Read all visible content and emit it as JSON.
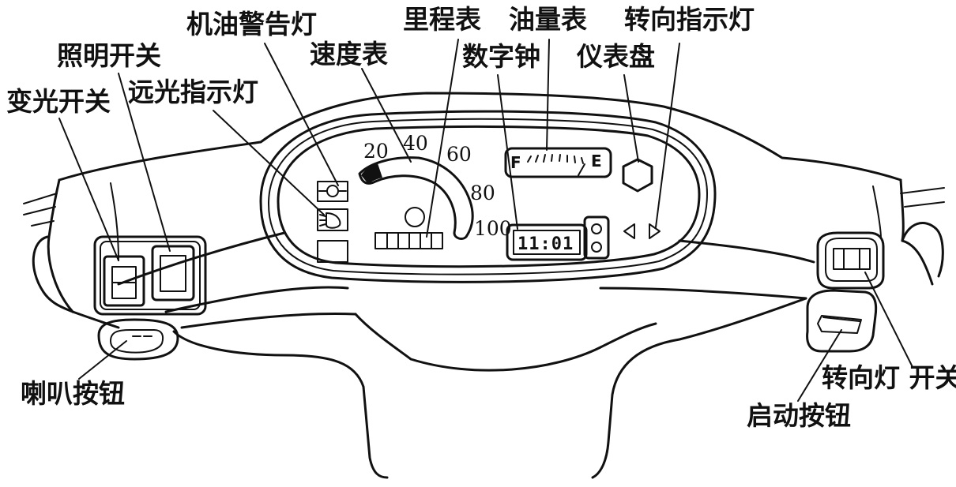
{
  "labels": {
    "oil_warning_light": "机油警告灯",
    "odometer": "里程表",
    "fuel_gauge": "油量表",
    "turn_indicator": "转向指示灯",
    "lighting_switch": "照明开关",
    "speedometer": "速度表",
    "digital_clock": "数字钟",
    "instrument_panel": "仪表盘",
    "high_beam_indicator": "远光指示灯",
    "dimmer_switch": "变光开关",
    "horn_button": "喇叭按钮",
    "turn_signal_switch": "转向灯 开关",
    "start_button": "启动按钮"
  },
  "speed_scale": [
    "20",
    "40",
    "60",
    "80",
    "100"
  ],
  "fuel": {
    "full": "F",
    "empty": "E"
  },
  "clock_display": "11:01",
  "colors": {
    "ink": "#111111",
    "background": "#ffffff"
  }
}
